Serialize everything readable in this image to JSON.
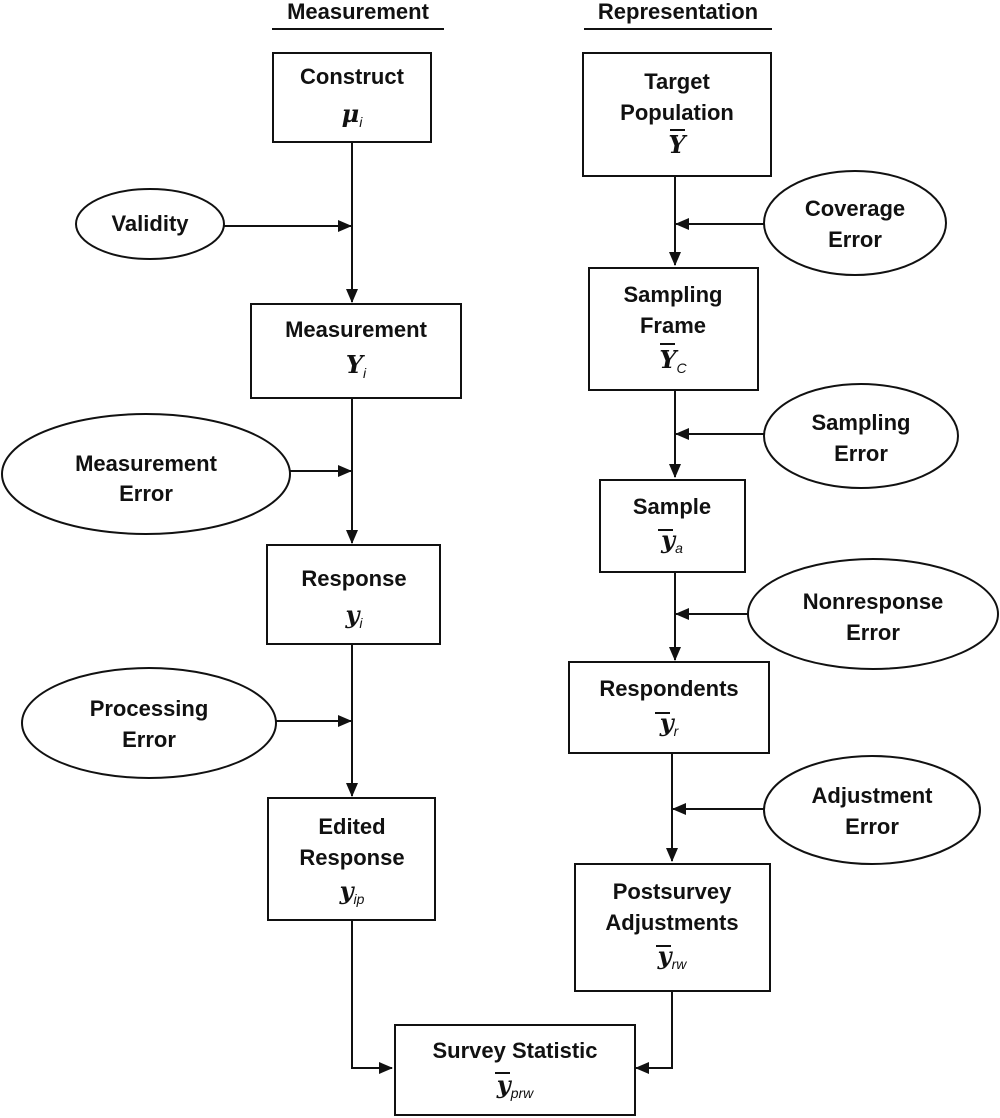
{
  "headers": {
    "measurement": "Measurement",
    "representation": "Representation"
  },
  "measurement_column": {
    "construct": {
      "lines": [
        "Construct"
      ],
      "symbol": "μ",
      "subscript": "i",
      "bar": false
    },
    "measurement": {
      "lines": [
        "Measurement"
      ],
      "symbol": "Y",
      "subscript": "i",
      "bar": false
    },
    "response": {
      "lines": [
        "Response"
      ],
      "symbol": "y",
      "subscript": "i",
      "bar": false
    },
    "edited_response": {
      "lines": [
        "Edited",
        "Response"
      ],
      "symbol": "y",
      "subscript": "ip",
      "bar": false
    }
  },
  "measurement_errors": {
    "validity": {
      "lines": [
        "Validity"
      ]
    },
    "measurement_error": {
      "lines": [
        "Measurement",
        "Error"
      ]
    },
    "processing_error": {
      "lines": [
        "Processing",
        "Error"
      ]
    }
  },
  "representation_column": {
    "target_population": {
      "lines": [
        "Target",
        "Population"
      ],
      "symbol": "Y",
      "subscript": "",
      "bar": true
    },
    "sampling_frame": {
      "lines": [
        "Sampling",
        "Frame"
      ],
      "symbol": "Y",
      "subscript": "C",
      "bar": true
    },
    "sample": {
      "lines": [
        "Sample"
      ],
      "symbol": "y",
      "subscript": "a",
      "bar": true
    },
    "respondents": {
      "lines": [
        "Respondents"
      ],
      "symbol": "y",
      "subscript": "r",
      "bar": true
    },
    "postsurvey_adjustments": {
      "lines": [
        "Postsurvey",
        "Adjustments"
      ],
      "symbol": "y",
      "subscript": "rw",
      "bar": true
    }
  },
  "representation_errors": {
    "coverage_error": {
      "lines": [
        "Coverage",
        "Error"
      ]
    },
    "sampling_error": {
      "lines": [
        "Sampling",
        "Error"
      ]
    },
    "nonresponse_error": {
      "lines": [
        "Nonresponse",
        "Error"
      ]
    },
    "adjustment_error": {
      "lines": [
        "Adjustment",
        "Error"
      ]
    }
  },
  "survey_statistic": {
    "lines": [
      "Survey Statistic"
    ],
    "symbol": "y",
    "subscript": "prw",
    "bar": true
  }
}
